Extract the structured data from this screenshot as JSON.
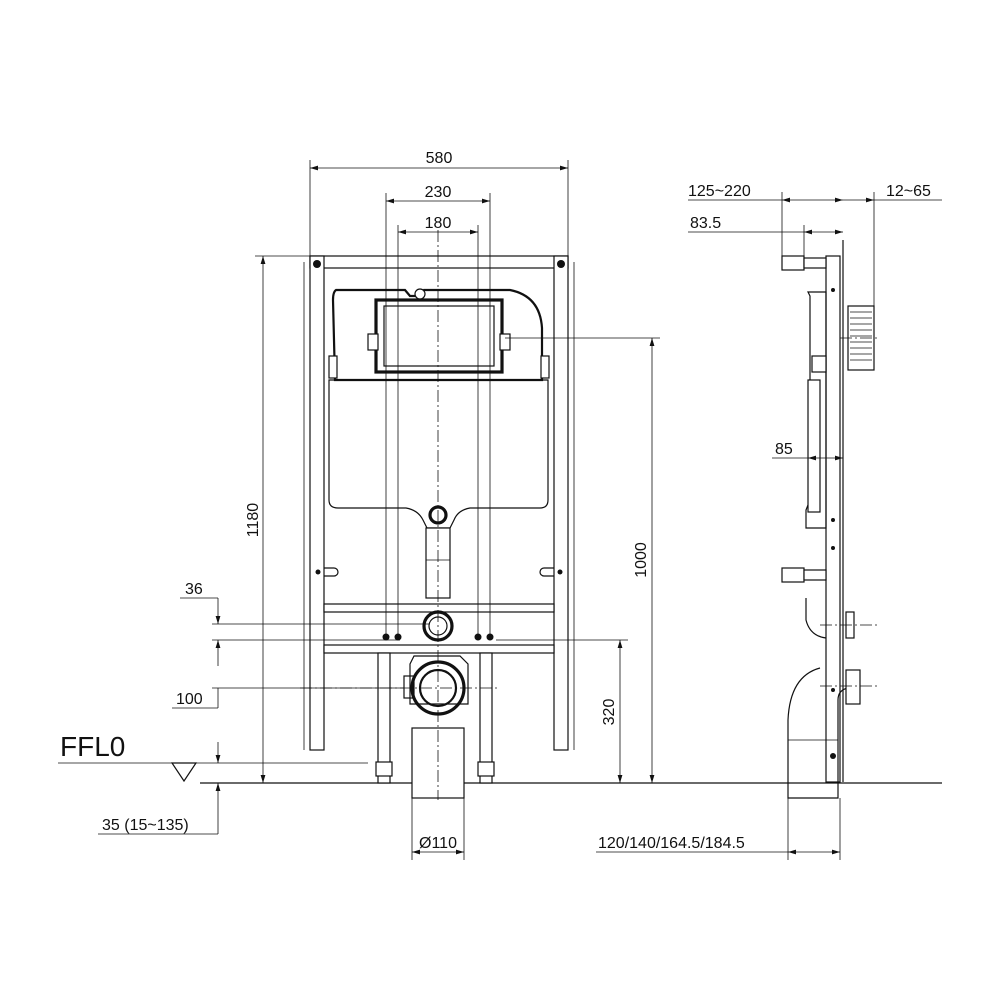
{
  "front_view": {
    "width_total": "580",
    "width_inner": "230",
    "width_mount": "180",
    "height_total": "1180",
    "height_actuator": "1000",
    "height_drain": "320",
    "dim_36": "36",
    "dim_100": "100",
    "floor_label": "FFL0",
    "floor_adjust": "35 (15~135)",
    "drain_diameter": "Ø110"
  },
  "side_view": {
    "depth_range": "125~220",
    "wall_range": "12~65",
    "depth_83": "83.5",
    "depth_85": "85",
    "depth_options": "120/140/164.5/184.5"
  }
}
